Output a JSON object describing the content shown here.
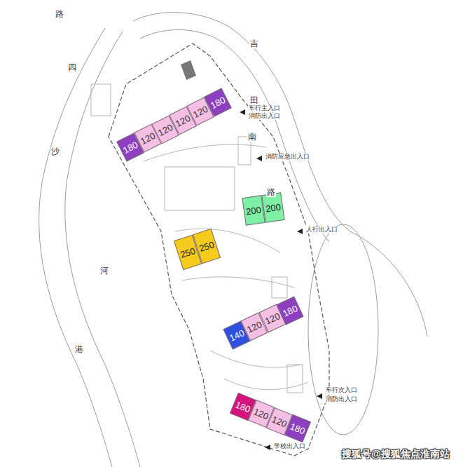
{
  "diagram": {
    "nodes": [
      {
        "text": [
          "180"
        ]
      },
      {
        "text": [
          "120"
        ]
      },
      {
        "text": [
          "120"
        ]
      },
      {
        "text": [
          "120"
        ]
      },
      {
        "text": [
          "120"
        ]
      },
      {
        "text": [
          "180"
        ]
      },
      {
        "text": [
          "200"
        ]
      },
      {
        "text": [
          "200"
        ]
      },
      {
        "text": [
          "250"
        ]
      },
      {
        "text": [
          "250"
        ]
      },
      {
        "text": [
          "140"
        ]
      },
      {
        "text": [
          "120"
        ]
      },
      {
        "text": [
          "120"
        ]
      },
      {
        "text": [
          "180"
        ]
      },
      {
        "text": [
          "180"
        ]
      },
      {
        "text": [
          "120"
        ]
      },
      {
        "text": [
          "120"
        ]
      },
      {
        "text": [
          "180"
        ]
      }
    ],
    "edges": [],
    "labels": [
      "路",
      "四",
      "沙",
      "河",
      "港",
      "吉",
      "田",
      "南",
      "路",
      "车行主入口",
      "消防出入口",
      "消防应急出入口",
      "人行出入口",
      "车行次入口",
      "消防出入口",
      "学校出入口",
      "搜狐号@搜狐焦点淮南站"
    ]
  }
}
